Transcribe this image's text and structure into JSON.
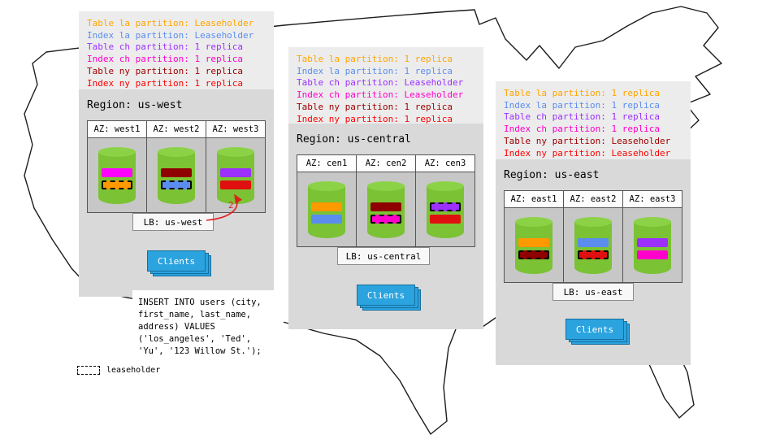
{
  "panels": [
    {
      "region_title": "Region: us-west",
      "legend": [
        {
          "text": "Table la partition: Leaseholder",
          "style": "color:#FFA500"
        },
        {
          "text": "Index la partition: Leaseholder",
          "style": "color:#5B8DEF"
        },
        {
          "text": "Table ch partition: 1 replica",
          "style": "color:#9B30FF"
        },
        {
          "text": "Index ch partition: 1 replica",
          "style": "color:#FF00CC"
        },
        {
          "text": "Table ny partition: 1 replica",
          "style": "color:#A00000"
        },
        {
          "text": "Index ny partition: 1 replica",
          "style": "color:#FF0000"
        }
      ],
      "azs": [
        {
          "label": "AZ: west1",
          "bars": [
            {
              "style": "background:#FF00FF"
            },
            {
              "style": "background:#FF9900;border:2px dashed #000"
            }
          ]
        },
        {
          "label": "AZ: west2",
          "bars": [
            {
              "style": "background:#8F0000"
            },
            {
              "style": "background:#5B8DEF;border:2px dashed #000"
            }
          ]
        },
        {
          "label": "AZ: west3",
          "bars": [
            {
              "style": "background:#9B30FF"
            },
            {
              "style": "background:#E01010"
            }
          ]
        }
      ],
      "lb_label": "LB: us-west",
      "clients_label": "Clients",
      "annotation": "2"
    },
    {
      "region_title": "Region: us-central",
      "legend": [
        {
          "text": "Table la partition: 1 replica",
          "style": "color:#FFA500"
        },
        {
          "text": "Index la partition: 1 replica",
          "style": "color:#5B8DEF"
        },
        {
          "text": "Table ch partition: Leaseholder",
          "style": "color:#9B30FF"
        },
        {
          "text": "Index ch partition: Leaseholder",
          "style": "color:#FF00CC"
        },
        {
          "text": "Table ny partition: 1 replica",
          "style": "color:#A00000"
        },
        {
          "text": "Index ny partition: 1 replica",
          "style": "color:#FF0000"
        }
      ],
      "azs": [
        {
          "label": "AZ: cen1",
          "bars": [
            {
              "style": "background:#FF9900"
            },
            {
              "style": "background:#5B8DEF"
            }
          ]
        },
        {
          "label": "AZ: cen2",
          "bars": [
            {
              "style": "background:#8F0000"
            },
            {
              "style": "background:#FF00CC;border:2px dashed #000"
            }
          ]
        },
        {
          "label": "AZ: cen3",
          "bars": [
            {
              "style": "background:#9B30FF;border:2px dashed #000"
            },
            {
              "style": "background:#E01010"
            }
          ]
        }
      ],
      "lb_label": "LB: us-central",
      "clients_label": "Clients"
    },
    {
      "region_title": "Region: us-east",
      "legend": [
        {
          "text": "Table la partition: 1 replica",
          "style": "color:#FFA500"
        },
        {
          "text": "Index la partition: 1 replica",
          "style": "color:#5B8DEF"
        },
        {
          "text": "Table ch partition: 1 replica",
          "style": "color:#9B30FF"
        },
        {
          "text": "Index ch partition: 1 replica",
          "style": "color:#FF00CC"
        },
        {
          "text": "Table ny partition: Leaseholder",
          "style": "color:#A00000"
        },
        {
          "text": "Index ny partition: Leaseholder",
          "style": "color:#FF0000"
        }
      ],
      "azs": [
        {
          "label": "AZ: east1",
          "bars": [
            {
              "style": "background:#FF9900"
            },
            {
              "style": "background:#8F0000;border:2px dashed #000"
            }
          ]
        },
        {
          "label": "AZ: east2",
          "bars": [
            {
              "style": "background:#5B8DEF"
            },
            {
              "style": "background:#E01010;border:2px dashed #000"
            }
          ]
        },
        {
          "label": "AZ: east3",
          "bars": [
            {
              "style": "background:#9B30FF"
            },
            {
              "style": "background:#FF00CC"
            }
          ]
        }
      ],
      "lb_label": "LB: us-east",
      "clients_label": "Clients"
    }
  ],
  "sql": {
    "lines": [
      "INSERT INTO users (city,",
      "first_name, last_name,",
      "address) VALUES",
      "('los_angeles', 'Ted',",
      "'Yu', '123 Willow St.');"
    ]
  },
  "key": {
    "leaseholder_label": "leaseholder"
  },
  "colors": {
    "cylinder_green": "#7BC234",
    "clients_blue": "#2BA3DE",
    "arrow_red": "#E02020"
  }
}
